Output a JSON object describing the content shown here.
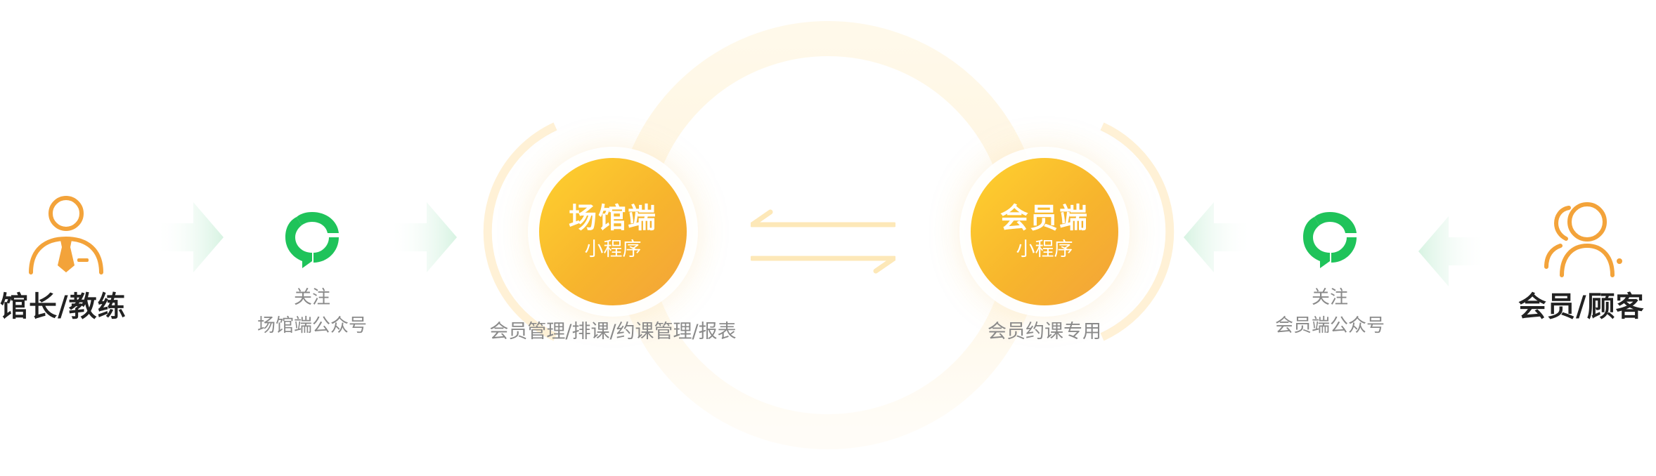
{
  "left_actor": {
    "label": "馆长/教练",
    "icon": "manager-person-icon"
  },
  "left_wechat": {
    "icon": "wechat-official-account-icon",
    "caption_line1": "关注",
    "caption_line2": "场馆端公众号"
  },
  "venue_node": {
    "title": "场馆端",
    "subtitle": "小程序",
    "caption": "会员管理/排课/约课管理/报表"
  },
  "member_node": {
    "title": "会员端",
    "subtitle": "小程序",
    "caption": "会员约课专用"
  },
  "right_wechat": {
    "icon": "wechat-official-account-icon",
    "caption_line1": "关注",
    "caption_line2": "会员端公众号"
  },
  "right_actor": {
    "label": "会员/顾客",
    "icon": "members-group-icon"
  },
  "colors": {
    "accent_orange": "#f3a33a",
    "accent_yellow": "#ffd12f",
    "wechat_green": "#1fc35a",
    "arrow_green": "#d7f3e2",
    "caption_gray": "#8a8a8a"
  }
}
